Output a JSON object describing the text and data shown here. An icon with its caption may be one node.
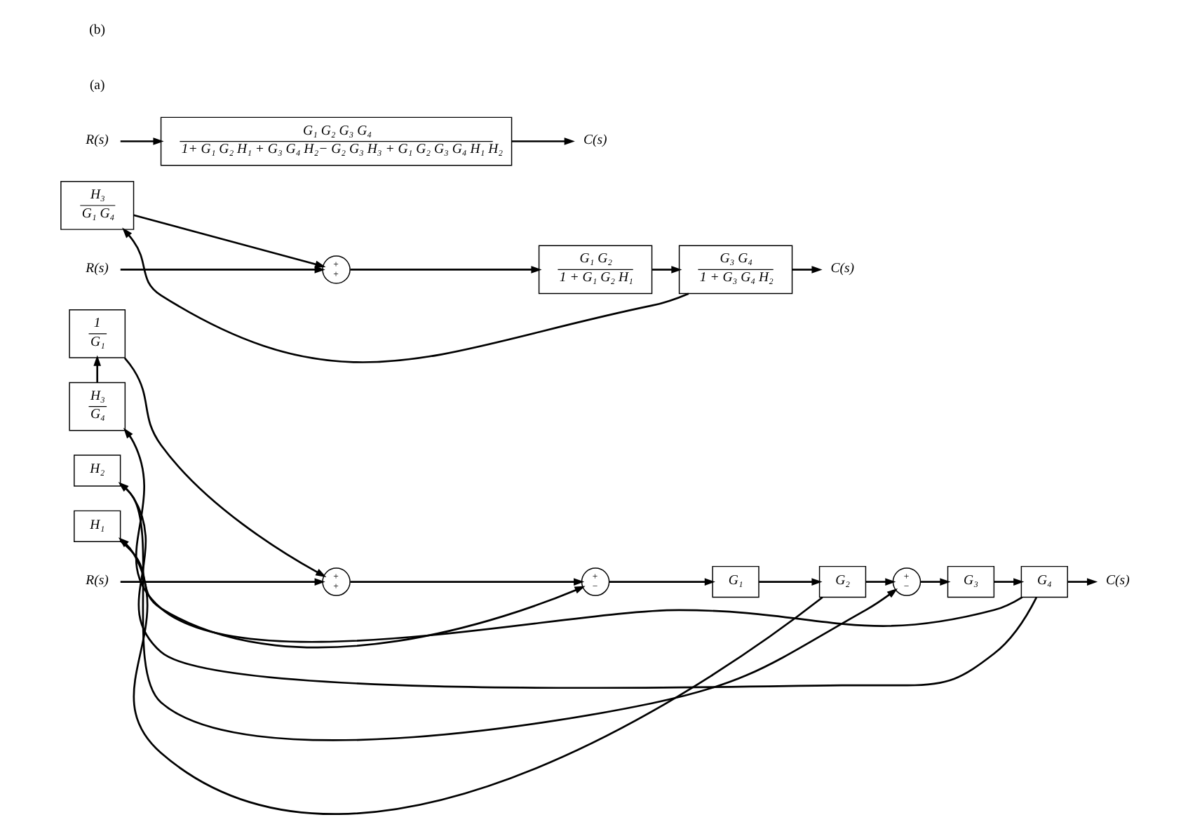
{
  "diagram": {
    "nodes": [
      {
        "text": [
          "1",
          "G₁"
        ]
      },
      {
        "text": [
          "H₃",
          "G₄"
        ]
      },
      {
        "text": [
          "R(s)"
        ]
      },
      {
        "text": [
          "+",
          "+"
        ]
      },
      {
        "text": [
          "+",
          "−"
        ]
      },
      {
        "text": [
          "G₁"
        ]
      },
      {
        "text": [
          "G₂"
        ]
      },
      {
        "text": [
          "+",
          "−"
        ]
      },
      {
        "text": [
          "G₃"
        ]
      },
      {
        "text": [
          "G₄"
        ]
      },
      {
        "text": [
          "C(s)"
        ]
      },
      {
        "text": [
          "H₁"
        ]
      },
      {
        "text": [
          "H₂"
        ]
      },
      {
        "text": [
          "H₃",
          "G₁ G₄"
        ]
      },
      {
        "text": [
          "R(s)"
        ]
      },
      {
        "text": [
          "+",
          "+"
        ]
      },
      {
        "text": [
          "G₁ G₂",
          "1 + G₁ G₂ H₁"
        ]
      },
      {
        "text": [
          "G₃ G₄",
          "1 + G₃ G₄ H₂"
        ]
      },
      {
        "text": [
          "C(s)"
        ]
      },
      {
        "text": [
          "R(s)"
        ]
      },
      {
        "text": [
          "G₁ G₂ G₃ G₄",
          "1+ G₁ G₂ H₁ + G₃ G₄ H₂− G₂ G₃ H₃ + G₁ G₂ G₃ G₄ H₁ H₂"
        ]
      },
      {
        "text": [
          "C(s)"
        ]
      }
    ],
    "edges": [
      {
        "from": 2,
        "to": 3,
        "arrow": "to"
      },
      {
        "from": 3,
        "to": 4,
        "arrow": "to"
      },
      {
        "from": 4,
        "to": 5,
        "arrow": "to"
      },
      {
        "from": 5,
        "to": 6,
        "arrow": "to"
      },
      {
        "from": 6,
        "to": 7,
        "arrow": "to"
      },
      {
        "from": 6,
        "to": 11,
        "arrow": "to"
      },
      {
        "from": 11,
        "to": 4,
        "arrow": "to"
      },
      {
        "from": 7,
        "to": 8,
        "arrow": "to"
      },
      {
        "from": 8,
        "to": 9,
        "arrow": "to"
      },
      {
        "from": 9,
        "to": 10,
        "arrow": "to"
      },
      {
        "from": 9,
        "to": 12,
        "arrow": "to"
      },
      {
        "from": 12,
        "to": 7,
        "arrow": "to"
      },
      {
        "from": 9,
        "to": 1,
        "arrow": "to"
      },
      {
        "from": 1,
        "to": 0,
        "arrow": "to"
      },
      {
        "from": 0,
        "to": 3,
        "arrow": "to"
      },
      {
        "from": 14,
        "to": 15,
        "arrow": "to"
      },
      {
        "from": 15,
        "to": 16,
        "arrow": "to"
      },
      {
        "from": 16,
        "to": 17,
        "arrow": "to"
      },
      {
        "from": 17,
        "to": 18,
        "arrow": "to"
      },
      {
        "from": 17,
        "to": 13,
        "arrow": "to"
      },
      {
        "from": 13,
        "to": 15,
        "arrow": "to"
      },
      {
        "from": 19,
        "to": 20,
        "arrow": "to"
      },
      {
        "from": 20,
        "to": 21,
        "arrow": "to"
      }
    ],
    "labels": [
      "(a)",
      "(b)"
    ]
  }
}
